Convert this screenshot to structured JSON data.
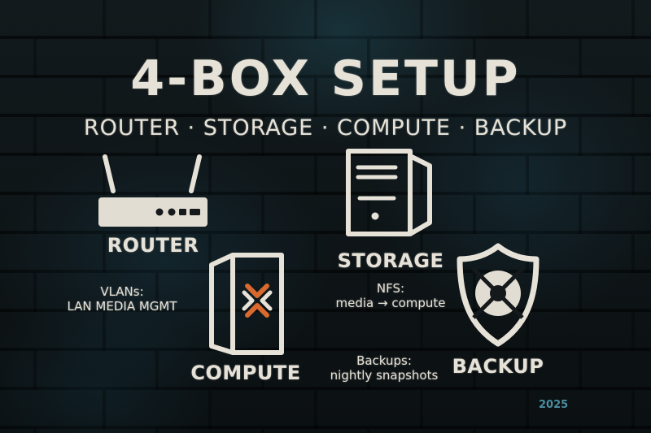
{
  "title": "4-BOX SETUP",
  "subtitle": "ROUTER · STORAGE · COMPUTE · BACKUP",
  "nodes": {
    "router": {
      "label": "ROUTER",
      "icon": "router-icon"
    },
    "storage": {
      "label": "STORAGE",
      "icon": "server-tower-icon"
    },
    "compute": {
      "label": "COMPUTE",
      "icon": "compute-tower-x-icon"
    },
    "backup": {
      "label": "BACKUP",
      "icon": "shield-lifebuoy-icon"
    }
  },
  "notes": {
    "vlans": {
      "heading": "VLANs:",
      "body": "LAN MEDIA MGMT"
    },
    "nfs": {
      "heading": "NFS:",
      "body": "media → compute"
    },
    "backups": {
      "heading": "Backups:",
      "body": "nightly snapshots"
    }
  },
  "year": "2025",
  "colors": {
    "chalk": "#e6e2d8",
    "accent_orange": "#d9692e",
    "wall": "#101618",
    "glow": "#2a6e82",
    "year": "#4a8da0"
  }
}
